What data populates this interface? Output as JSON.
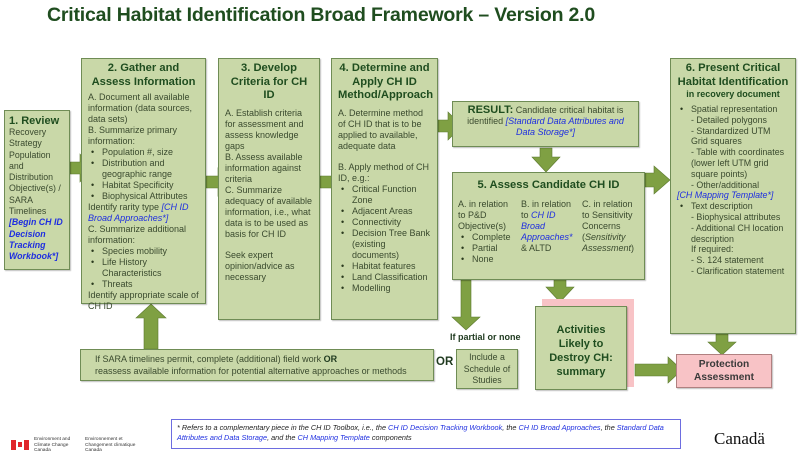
{
  "title": "Critical Habitat Identification Broad Framework – Version 2.0",
  "step1": {
    "heading": "1. Review",
    "text": "Recovery Strategy Population and Distribution Objective(s) / SARA Timelines",
    "link": "[Begin CH ID Decision Tracking Workbook*]"
  },
  "step2": {
    "heading": "2. Gather and Assess Information",
    "a": "A. Document all available information (data sources, data sets)",
    "b": "B. Summarize primary information:",
    "b_items": [
      "Population #, size",
      "Distribution and geographic range",
      "Habitat Specificity",
      "Biophysical Attributes"
    ],
    "rarity": "Identify rarity type ",
    "rarity_link": "[CH ID Broad Approaches*]",
    "c": "C. Summarize additional information:",
    "c_items": [
      "Species mobility",
      "Life History Characteristics",
      "Threats"
    ],
    "scale": "Identify appropriate scale of CH ID"
  },
  "step3": {
    "heading": "3. Develop Criteria for CH ID",
    "a": "A. Establish criteria for assessment and assess knowledge gaps",
    "b": "B. Assess available information against criteria",
    "c": "C. Summarize adequacy of available information, i.e., what data is to be used as basis for CH ID",
    "expert": "Seek expert opinion/advice as necessary"
  },
  "step4": {
    "heading": "4. Determine and Apply CH ID Method/Approach",
    "a": "A. Determine method of CH ID that is to be applied to available, adequate data",
    "b": "B. Apply method of CH ID, e.g.:",
    "b_items": [
      "Critical Function Zone",
      "Adjacent Areas",
      "Connectivity",
      "Decision Tree Bank (existing documents)",
      "Habitat features",
      "Land Classification",
      "Modelling"
    ]
  },
  "result": {
    "label": "RESULT:",
    "text": " Candidate critical habitat is identified ",
    "link": "[Standard Data Attributes and Data Storage*]"
  },
  "step5": {
    "heading": "5. Assess Candidate CH ID",
    "a": "A. in relation to P&D Objective(s)",
    "a_items": [
      "Complete",
      "Partial",
      "None"
    ],
    "b_pre": "B. in relation to ",
    "b_link": "CH ID Broad Approaches*",
    "b_post": " & ALTD",
    "c_pre": "C. in relation to Sensitivity Concerns (",
    "c_italic": "Sensitivity Assessment",
    "c_post": ")"
  },
  "step6": {
    "heading": "6. Present Critical Habitat Identification",
    "subheading": "in recovery document",
    "spatial": "Spatial representation",
    "spatial_items": [
      "- Detailed polygons",
      "- Standardized UTM Grid squares",
      "- Table with coordinates (lower left UTM grid square points)",
      "- Other/additional"
    ],
    "link": "[CH Mapping Template*]",
    "text_desc": "Text description",
    "text_items": [
      "- Biophysical attributes",
      "- Additional CH location description"
    ],
    "if_required": "If required:",
    "required_items": [
      "- S. 124 statement",
      "- Clarification statement"
    ]
  },
  "fieldwork": {
    "line1_pre": "If SARA timelines permit, complete (additional) field work ",
    "line1_bold": "OR",
    "line2": "reassess available information for potential alternative approaches or methods"
  },
  "or_label": "OR",
  "partial_label": "If partial or none",
  "schedule": "Include a Schedule of Studies",
  "activities": "Activities Likely to Destroy CH: summary",
  "protection": "Protection Assessment",
  "footnote": {
    "p1": "* Refers to a complementary piece in the CH ID Toolbox, i.e., the ",
    "l1": "CH ID Decision Tracking Workbook",
    "p2": ", the ",
    "l2": "CH ID Broad Approaches",
    "p3": ", the ",
    "l3": "Standard Data Attributes and Data Storage",
    "p4": ", and the ",
    "l4": "CH Mapping Template",
    "p5": " components"
  },
  "logo": {
    "en": "Environment and Climate Change Canada",
    "fr": "Environnement et Changement climatique Canada",
    "wordmark": "Canadä"
  },
  "colors": {
    "box_fill": "#c9d8a8",
    "arrow": "#7fa043",
    "pink": "#f8c3c6",
    "heading": "#1f4d1f",
    "link": "#1e2ee0"
  }
}
